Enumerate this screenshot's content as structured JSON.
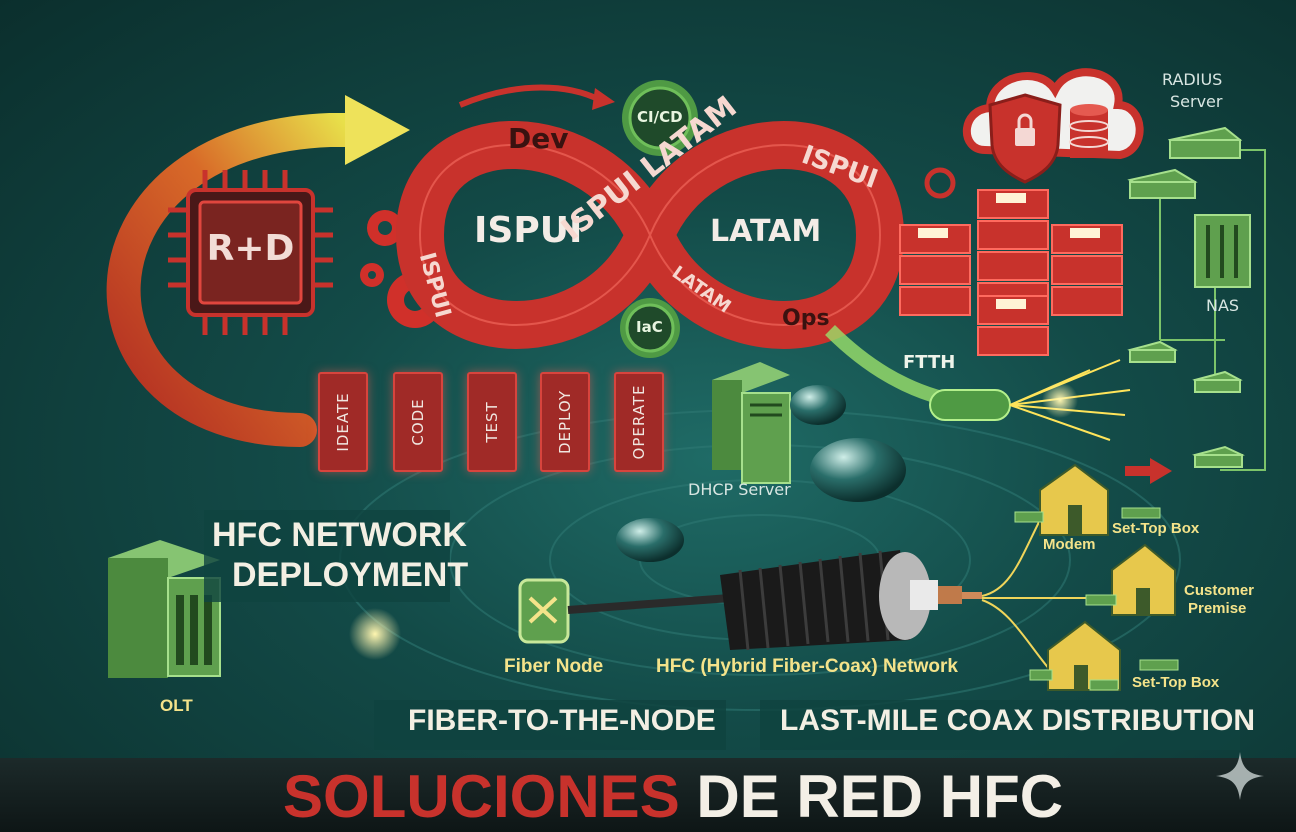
{
  "colors": {
    "accent_red": "#c8322c",
    "accent_gold": "#f0d55a",
    "bg_teal": "#134b48",
    "green_device": "#5fa04e"
  },
  "devops": {
    "rnd_label": "R+D",
    "dev_label": "Dev",
    "ops_label": "Ops",
    "cicd_label": "CI/CD",
    "iac_label": "IaC",
    "ispui_left": "ISPUI",
    "latam_right": "LATAM",
    "ribbon_center": "ISPUI LATAM",
    "ribbon_right": "ISPUI",
    "ribbon_lower": "LATAM",
    "ribbon_left": "ISPUI",
    "steps": [
      "IDEATE",
      "CODE",
      "TEST",
      "DEPLOY",
      "OPERATE"
    ]
  },
  "network": {
    "radius_label": "RADIUS\nServer",
    "radius_line1": "RADIUS",
    "radius_line2": "Server",
    "nas_label": "NAS",
    "ftth_label": "FTTH",
    "dhcp_label": "DHCP Server",
    "olt_label": "OLT",
    "fiber_node_label": "Fiber Node",
    "hfc_label": "HFC (Hybrid Fiber-Coax) Network",
    "modem_label": "Modem",
    "stb_top_label": "Set-Top Box",
    "customer_premise_line1": "Customer",
    "customer_premise_line2": "Premise",
    "stb_bottom_label": "Set-Top Box"
  },
  "banners": {
    "hfc_line1": "HFC NETWORK",
    "hfc_line2": "DEPLOYMENT",
    "fttn": "FIBER-TO-THE-NODE",
    "lastmile": "LAST-MILE COAX DISTRIBUTION"
  },
  "title": {
    "part_red": "SOLUCIONES",
    "part_white": "DE RED HFC"
  },
  "icons": [
    "chip-icon",
    "gear-icon",
    "cloud-icon",
    "shield-lock-icon",
    "database-icon",
    "server-icon",
    "switch-icon",
    "house-icon",
    "router-icon",
    "sparkle-icon",
    "arrow-right-icon",
    "water-drop-icon",
    "coax-cable-icon",
    "fiber-bundle-icon"
  ]
}
